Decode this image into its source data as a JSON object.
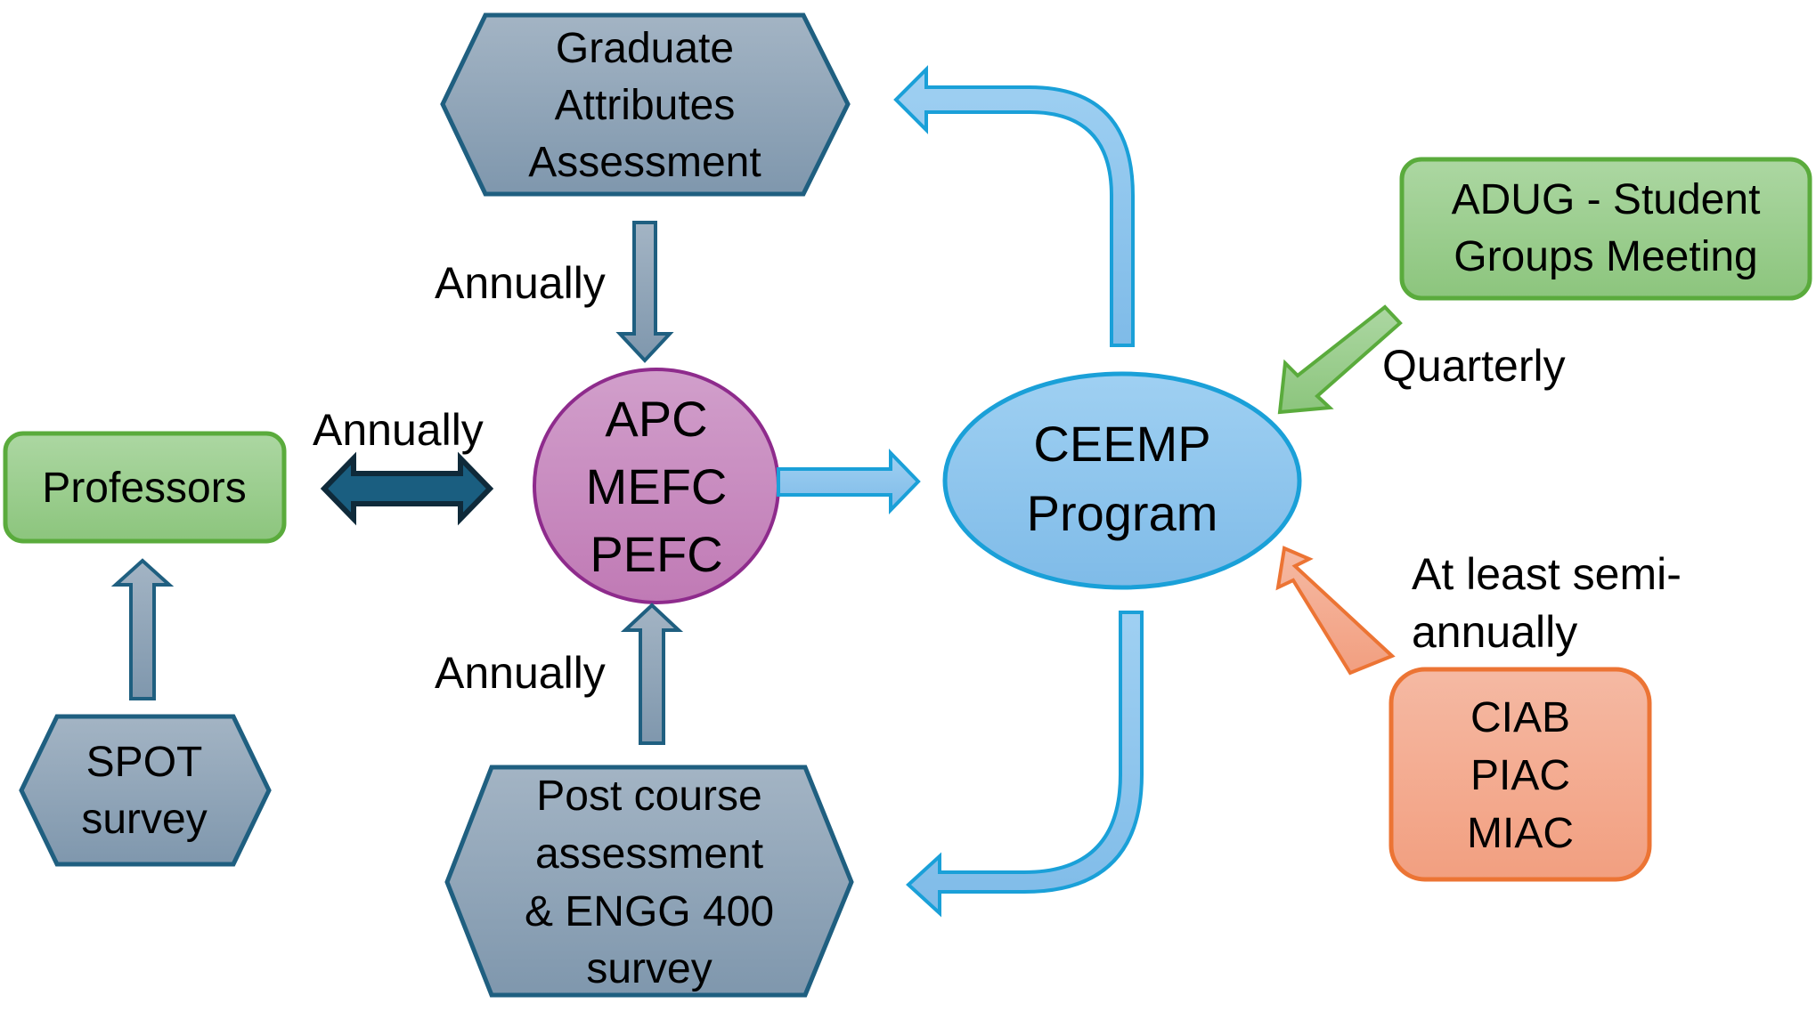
{
  "nodes": {
    "graduate": {
      "lines": [
        "Graduate",
        "Attributes",
        "Assessment"
      ]
    },
    "professors": {
      "label": "Professors"
    },
    "spot": {
      "lines": [
        "SPOT",
        "survey"
      ]
    },
    "committees": {
      "lines": [
        "APC",
        "MEFC",
        "PEFC"
      ]
    },
    "ceemp": {
      "lines": [
        "CEEMP",
        "Program"
      ]
    },
    "adug": {
      "lines": [
        "ADUG - Student",
        "Groups Meeting"
      ]
    },
    "advisory": {
      "lines": [
        "CIAB",
        "PIAC",
        "MIAC"
      ]
    },
    "postcourse": {
      "lines": [
        "Post course",
        "assessment",
        "& ENGG 400",
        "survey"
      ]
    }
  },
  "edge_labels": {
    "graduate_to_committees": "Annually",
    "professors_committees": "Annually",
    "postcourse_to_committees": "Annually",
    "adug_to_ceemp": "Quarterly",
    "advisory_to_ceemp": [
      "At least semi-",
      "annually"
    ]
  },
  "colors": {
    "slate_fill_top": "#a3b4c4",
    "slate_fill_bottom": "#7f97ad",
    "slate_stroke": "#1f5f80",
    "green_fill_top": "#acd7a2",
    "green_fill_bottom": "#8cc57d",
    "green_stroke": "#5aab3c",
    "purple_fill_top": "#d19fcb",
    "purple_fill_bottom": "#c07ab5",
    "purple_stroke": "#8e2b8c",
    "blue_fill_top": "#9fd0f2",
    "blue_fill_bottom": "#7fbbe8",
    "blue_stroke": "#1aa0d8",
    "orange_fill_top": "#f5b9a3",
    "orange_fill_bottom": "#f29f80",
    "orange_stroke": "#ec7434",
    "dark_arrow_fill": "#1a5e80",
    "dark_arrow_stroke": "#0f2a3a"
  }
}
